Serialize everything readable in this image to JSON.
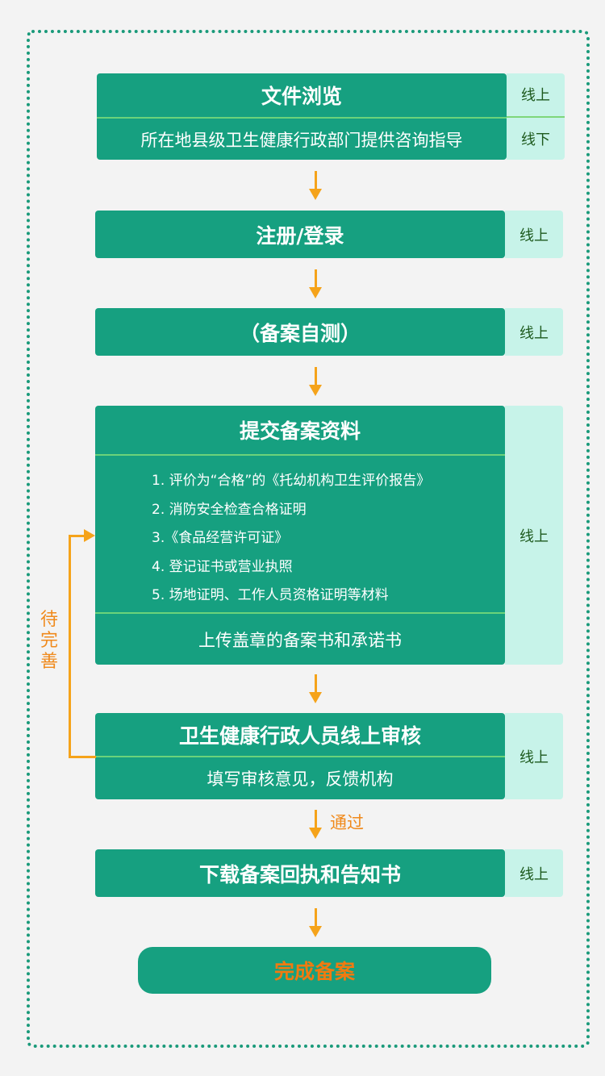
{
  "colors": {
    "box_green": "#16a080",
    "side_mint": "#c7f3e9",
    "divider_green": "#6bd37a",
    "arrow_orange": "#f5a31a",
    "label_orange": "#f08a1c",
    "border_dots": "#1a9a7a",
    "background": "#f3f3f3"
  },
  "steps": [
    {
      "title": "文件浏览",
      "subtitle": "所在地县级卫生健康行政部门提供咨询指导",
      "modes": [
        "线上",
        "线下"
      ]
    },
    {
      "title": "注册/登录",
      "modes": [
        "线上"
      ]
    },
    {
      "title": "（备案自测）",
      "modes": [
        "线上"
      ]
    },
    {
      "title": "提交备案资料",
      "items": [
        "1. 评价为“合格”的《托幼机构卫生评价报告》",
        "2. 消防安全检查合格证明",
        "3.《食品经营许可证》",
        "4. 登记证书或营业执照",
        "5. 场地证明、工作人员资格证明等材料"
      ],
      "footer": "上传盖章的备案书和承诺书",
      "modes": [
        "线上"
      ]
    },
    {
      "title": "卫生健康行政人员线上审核",
      "subtitle": "填写审核意见，反馈机构",
      "modes": [
        "线上"
      ]
    },
    {
      "title": "下载备案回执和告知书",
      "modes": [
        "线上"
      ]
    }
  ],
  "loop_label": "待完善",
  "pass_label": "通过",
  "final": "完成备案"
}
